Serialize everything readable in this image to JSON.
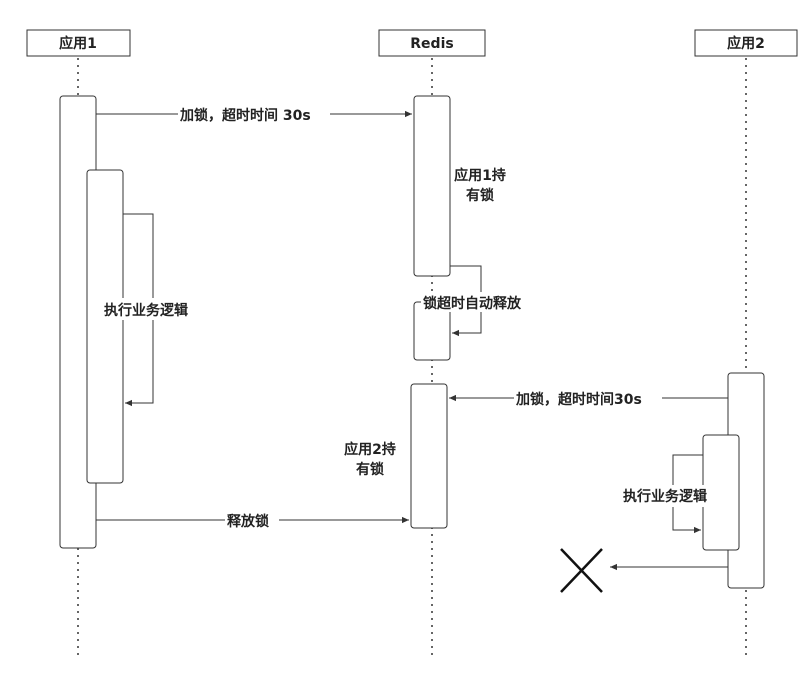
{
  "participants": {
    "app1": "应用1",
    "redis": "Redis",
    "app2": "应用2"
  },
  "messages": {
    "lock1": "加锁，超时时间 30s",
    "lock2": "加锁，超时时间30s",
    "release": "释放锁"
  },
  "notes": {
    "app1_holds_line1": "应用1持",
    "app1_holds_line2": "有锁",
    "timeout_release": "锁超时自动释放",
    "app2_holds_line1": "应用2持",
    "app2_holds_line2": "有锁",
    "app1_business": "执行业务逻辑",
    "app2_business": "执行业务逻辑"
  },
  "colors": {
    "stroke": "#333333",
    "text": "#222222",
    "box_fill": "#ffffff"
  },
  "icons": {
    "fail_mark": "cross-icon"
  }
}
